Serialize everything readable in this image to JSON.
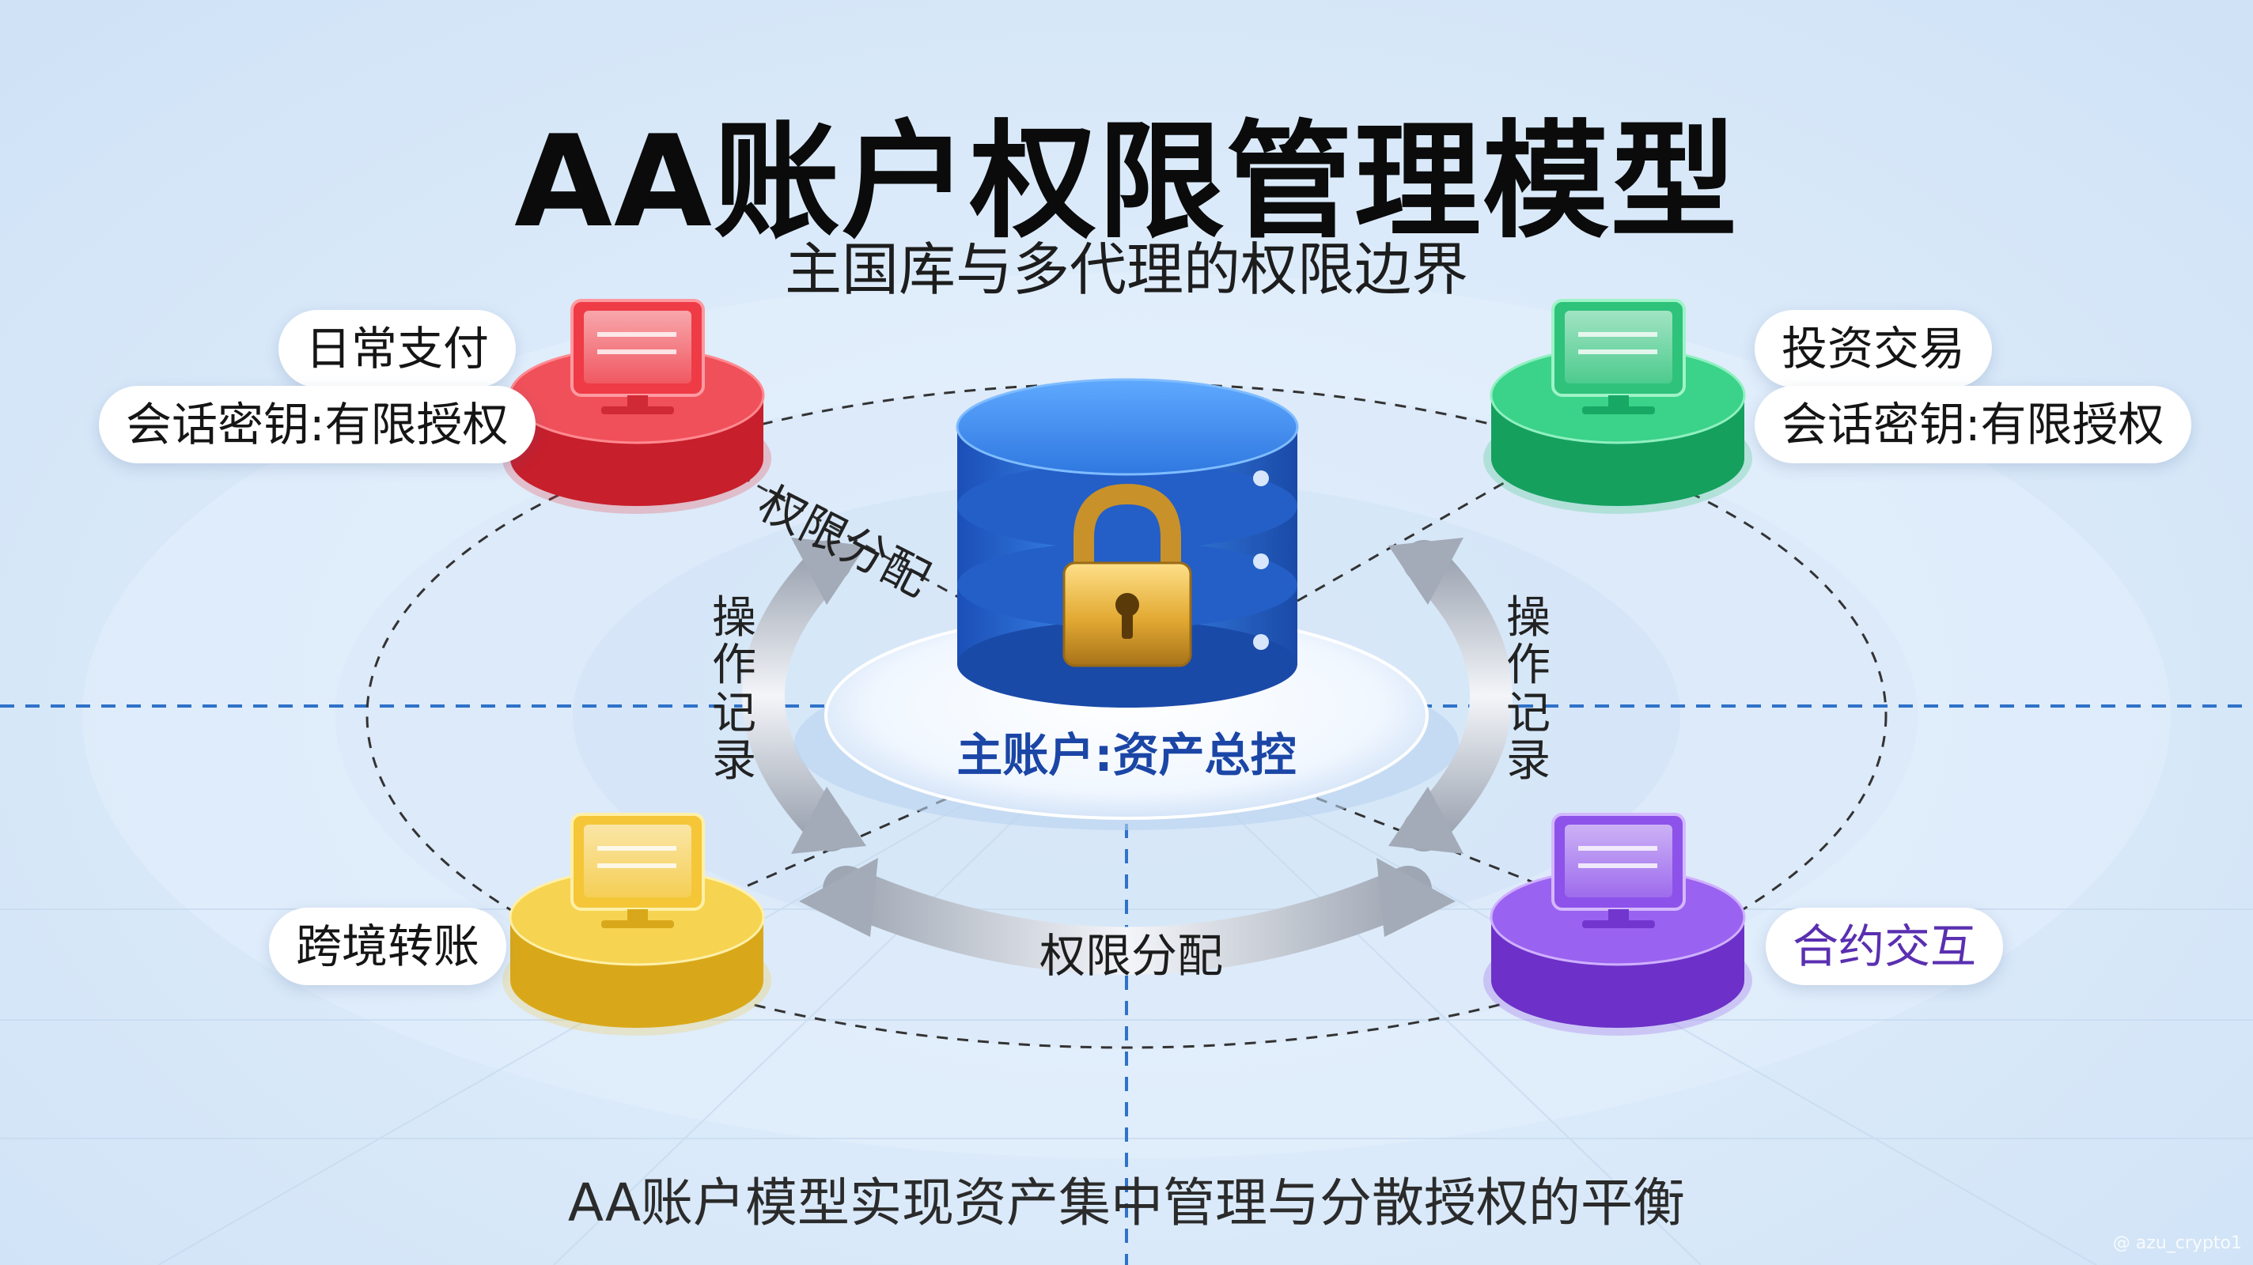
{
  "header": {
    "title": "AA账户权限管理模型",
    "subtitle": "主国库与多代理的权限边界"
  },
  "center": {
    "label": "主账户:资产总控",
    "icon": "lock-icon"
  },
  "nodes": {
    "daily_payment": {
      "label": "日常支付",
      "color": "#e8363e"
    },
    "investment": {
      "label": "投资交易",
      "color": "#2fc47a"
    },
    "cross_border": {
      "label": "跨境转账",
      "color": "#f0c83a"
    },
    "contract": {
      "label": "合约交互",
      "color": "#8b4fe6"
    },
    "session_key_left": "会话密钥:有限授权",
    "session_key_right": "会话密钥:有限授权"
  },
  "edges": {
    "permission_top": "权限分配",
    "permission_bottom": "权限分配",
    "op_log_left": "操作记录",
    "op_log_right": "操作记录"
  },
  "footer": "AA账户模型实现资产集中管理与分散授权的平衡",
  "watermark": "@ azu_crypto1",
  "colors": {
    "accent": "#1f6fd6",
    "red": "#e8363e",
    "green": "#2fc47a",
    "yellow": "#f0c83a",
    "purple": "#8b4fe6"
  }
}
